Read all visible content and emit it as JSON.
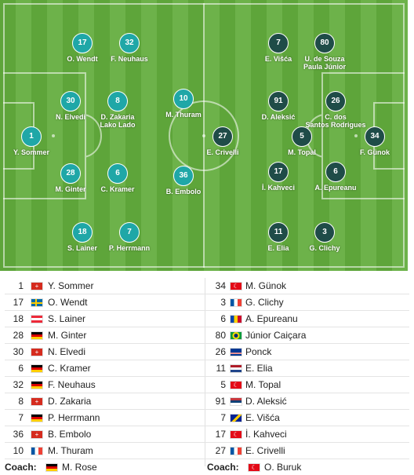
{
  "home_team": {
    "players_on_pitch": [
      {
        "number": "1",
        "label": "Y. Sommer"
      },
      {
        "number": "17",
        "label": "O. Wendt"
      },
      {
        "number": "32",
        "label": "F. Neuhaus"
      },
      {
        "number": "30",
        "label": "N. Elvedi"
      },
      {
        "number": "8",
        "label": "D. Zakaria\nLako Lado"
      },
      {
        "number": "10",
        "label": "M. Thuram"
      },
      {
        "number": "28",
        "label": "M. Ginter"
      },
      {
        "number": "6",
        "label": "C. Kramer"
      },
      {
        "number": "36",
        "label": "B. Embolo"
      },
      {
        "number": "18",
        "label": "S. Lainer"
      },
      {
        "number": "7",
        "label": "P. Herrmann"
      }
    ],
    "lineup": [
      {
        "number": "1",
        "flag": "switzerland",
        "name": "Y. Sommer"
      },
      {
        "number": "17",
        "flag": "sweden",
        "name": "O. Wendt"
      },
      {
        "number": "18",
        "flag": "austria",
        "name": "S. Lainer"
      },
      {
        "number": "28",
        "flag": "germany",
        "name": "M. Ginter"
      },
      {
        "number": "30",
        "flag": "switzerland",
        "name": "N. Elvedi"
      },
      {
        "number": "6",
        "flag": "germany",
        "name": "C. Kramer"
      },
      {
        "number": "32",
        "flag": "germany",
        "name": "F. Neuhaus"
      },
      {
        "number": "8",
        "flag": "switzerland",
        "name": "D. Zakaria"
      },
      {
        "number": "7",
        "flag": "germany",
        "name": "P. Herrmann"
      },
      {
        "number": "36",
        "flag": "switzerland",
        "name": "B. Embolo"
      },
      {
        "number": "10",
        "flag": "france",
        "name": "M. Thuram"
      }
    ],
    "coach_label": "Coach:",
    "coach_flag": "germany",
    "coach_name": "M. Rose"
  },
  "away_team": {
    "players_on_pitch": [
      {
        "number": "34",
        "label": "F. Günok"
      },
      {
        "number": "7",
        "label": "E. Višća"
      },
      {
        "number": "80",
        "label": "U. de Souza\nPaula Júnior"
      },
      {
        "number": "91",
        "label": "D. Aleksić"
      },
      {
        "number": "26",
        "label": "C. dos\nSantos Rodrigues"
      },
      {
        "number": "5",
        "label": "M. Topal"
      },
      {
        "number": "27",
        "label": "E. Crivelli"
      },
      {
        "number": "17",
        "label": "İ. Kahveci"
      },
      {
        "number": "6",
        "label": "A. Epureanu"
      },
      {
        "number": "11",
        "label": "E. Elia"
      },
      {
        "number": "3",
        "label": "G. Clichy"
      }
    ],
    "lineup": [
      {
        "number": "34",
        "flag": "turkey",
        "name": "M. Günok"
      },
      {
        "number": "3",
        "flag": "france",
        "name": "G. Clichy"
      },
      {
        "number": "6",
        "flag": "moldova",
        "name": "A. Epureanu"
      },
      {
        "number": "80",
        "flag": "brazil",
        "name": "Júnior Caiçara"
      },
      {
        "number": "26",
        "flag": "cape-verde",
        "name": "Ponck"
      },
      {
        "number": "11",
        "flag": "netherlands",
        "name": "E. Elia"
      },
      {
        "number": "5",
        "flag": "turkey",
        "name": "M. Topal"
      },
      {
        "number": "91",
        "flag": "serbia",
        "name": "D. Aleksić"
      },
      {
        "number": "7",
        "flag": "bosnia",
        "name": "E. Višća"
      },
      {
        "number": "17",
        "flag": "turkey",
        "name": "İ. Kahveci"
      },
      {
        "number": "27",
        "flag": "france",
        "name": "E. Crivelli"
      }
    ],
    "coach_label": "Coach:",
    "coach_flag": "turkey",
    "coach_name": "O. Buruk"
  },
  "colors": {
    "home_badge": "#1fa7a7",
    "away_badge": "#1f4c48",
    "pitch_dark": "#5ea53a",
    "pitch_light": "#6db24a"
  }
}
